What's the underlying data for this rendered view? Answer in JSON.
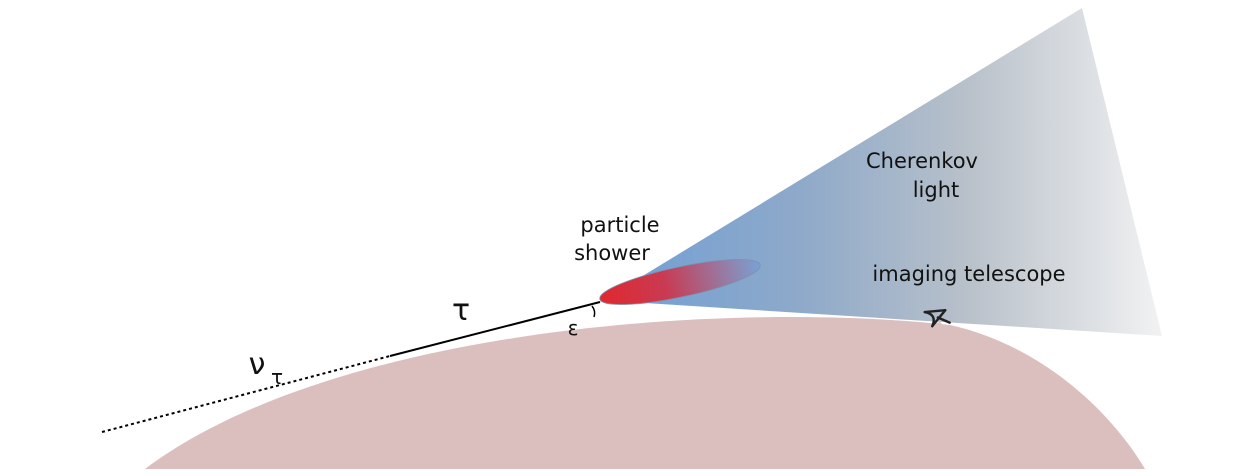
{
  "labels": {
    "cherenkov_line1": "Cherenkov",
    "cherenkov_line2": "light",
    "shower_line1": "particle",
    "shower_line2": "shower",
    "telescope": "imaging telescope",
    "tau": "τ",
    "nu": "ν",
    "nu_subscript": "τ",
    "epsilon": "ε"
  },
  "colors": {
    "earth": "#dbbfbf",
    "cone_blue": "#6f9fd6",
    "cone_grey": "#f4f4f4",
    "shower_red": "#e0282f",
    "shower_blue": "#6f9fd6",
    "lines": "#000000"
  },
  "icons": {
    "telescope": "telescope-icon"
  }
}
